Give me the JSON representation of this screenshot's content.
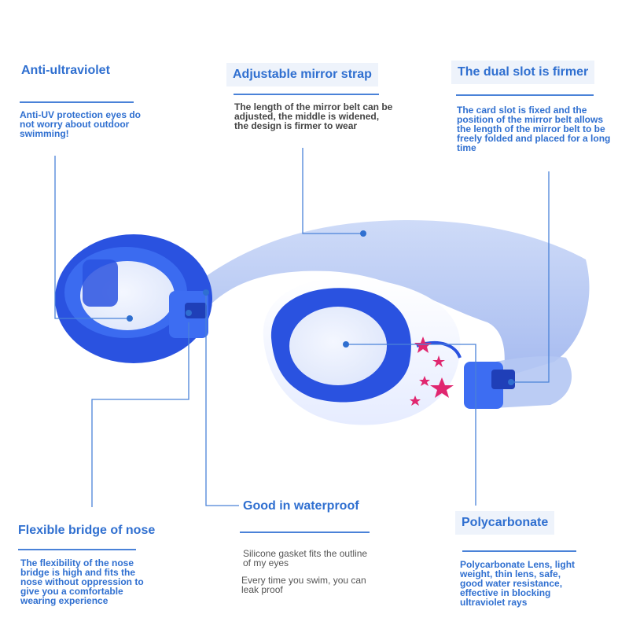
{
  "features": {
    "anti_uv": {
      "title": "Anti-ultraviolet",
      "lines": [
        "Anti-UV protection eyes do",
        "not worry about outdoor",
        "swimming!"
      ]
    },
    "strap": {
      "title": "Adjustable mirror strap",
      "lines": [
        "The length of the mirror belt can be",
        "adjusted, the middle is widened,",
        "the design is firmer to wear"
      ]
    },
    "slot": {
      "title": "The dual slot is firmer",
      "lines": [
        "The card slot is fixed and the",
        "position of the mirror belt allows",
        "the length of the mirror belt to be",
        "freely folded and placed for a long",
        "time"
      ]
    },
    "bridge": {
      "title": "Flexible bridge of nose",
      "lines": [
        "The flexibility of the nose",
        "bridge is high and fits the",
        "nose without oppression to",
        "give you a comfortable",
        "wearing experience"
      ]
    },
    "waterproof": {
      "title": "Good in waterproof",
      "lines_a": [
        "Silicone gasket fits the outline",
        "of my eyes"
      ],
      "lines_b": [
        "Every time you swim, you can",
        "leak proof"
      ]
    },
    "poly": {
      "title": "Polycarbonate",
      "lines": [
        "Polycarbonate Lens, light",
        "weight, thin lens, safe,",
        "good water resistance,",
        "effective in blocking",
        "ultraviolet rays"
      ]
    }
  },
  "colors": {
    "accent": "#2f6fd0",
    "strap": "#a9bff0",
    "frame": "#1f4fd8",
    "star": "#e0266f"
  }
}
